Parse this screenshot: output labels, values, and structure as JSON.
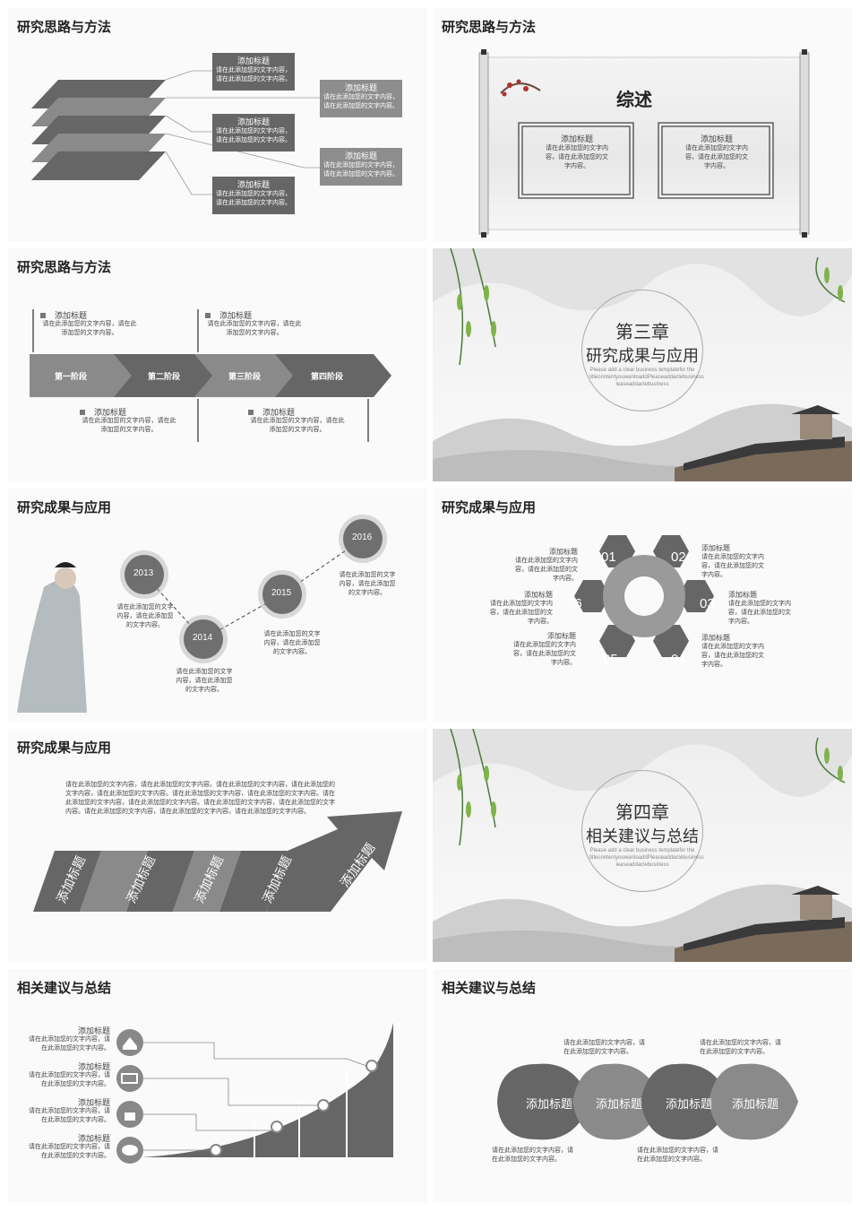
{
  "slides": {
    "s1": {
      "title": "研究思路与方法",
      "box_title": "添加标题",
      "box_text": "请在此添加您的文字内容，请在此添加您的文字内容。"
    },
    "s2": {
      "title": "研究思路与方法",
      "heading": "综述",
      "box_title": "添加标题",
      "box_text": "请在此添加您的文字内容，请在此添加您的文字内容。"
    },
    "s3": {
      "title": "研究思路与方法",
      "stages": [
        "第一阶段",
        "第二阶段",
        "第三阶段",
        "第四阶段"
      ],
      "item_title": "添加标题",
      "item_text": "请在此添加您的文字内容，请在此添加您的文字内容。"
    },
    "s4": {
      "chapter": "第三章",
      "name": "研究成果与应用",
      "english": "Please add a clear business templatefor the titlecontentyouwantoaddPleaseaddaclebusiness leaseaddaclebusiness"
    },
    "s5": {
      "title": "研究成果与应用",
      "years": [
        "2013",
        "2014",
        "2015",
        "2016"
      ],
      "text": "请在此添加您的文字内容，请在此添加您的文字内容。"
    },
    "s6": {
      "title": "研究成果与应用",
      "nums": [
        "01",
        "02",
        "03",
        "04",
        "05",
        "06"
      ],
      "item_title": "添加标题",
      "item_text": "请在此添加您的文字内容，请在此添加您的文字内容。"
    },
    "s7": {
      "title": "研究成果与应用",
      "paragraph": "请在此添加您的文字内容，请在此添加您的文字内容。请在此添加您的文字内容，请在此添加您的文字内容，请在此添加您的文字内容。请在此添加您的文字内容，请在此添加您的文字内容。请在此添加您的文字内容，请在此添加您的文字内容。请在此添加您的文字内容，请在此添加您的文字内容。请在此添加您的文字内容，请在此添加您的文字内容。请在此添加您的文字内容。",
      "label": "添加标题"
    },
    "s8": {
      "chapter": "第四章",
      "name": "相关建议与总结",
      "english": "Please add a clear business templatefor the titlecontentyouwantoaddPleaseaddaclebusiness leaseaddaclebusiness"
    },
    "s9": {
      "title": "相关建议与总结",
      "item_title": "添加标题",
      "item_text": "请在此添加您的文字内容，请在此添加您的文字内容。"
    },
    "s10": {
      "title": "相关建议与总结",
      "label": "添加标题",
      "text": "请在此添加您的文字内容，请在此添加您的文字内容。"
    }
  }
}
